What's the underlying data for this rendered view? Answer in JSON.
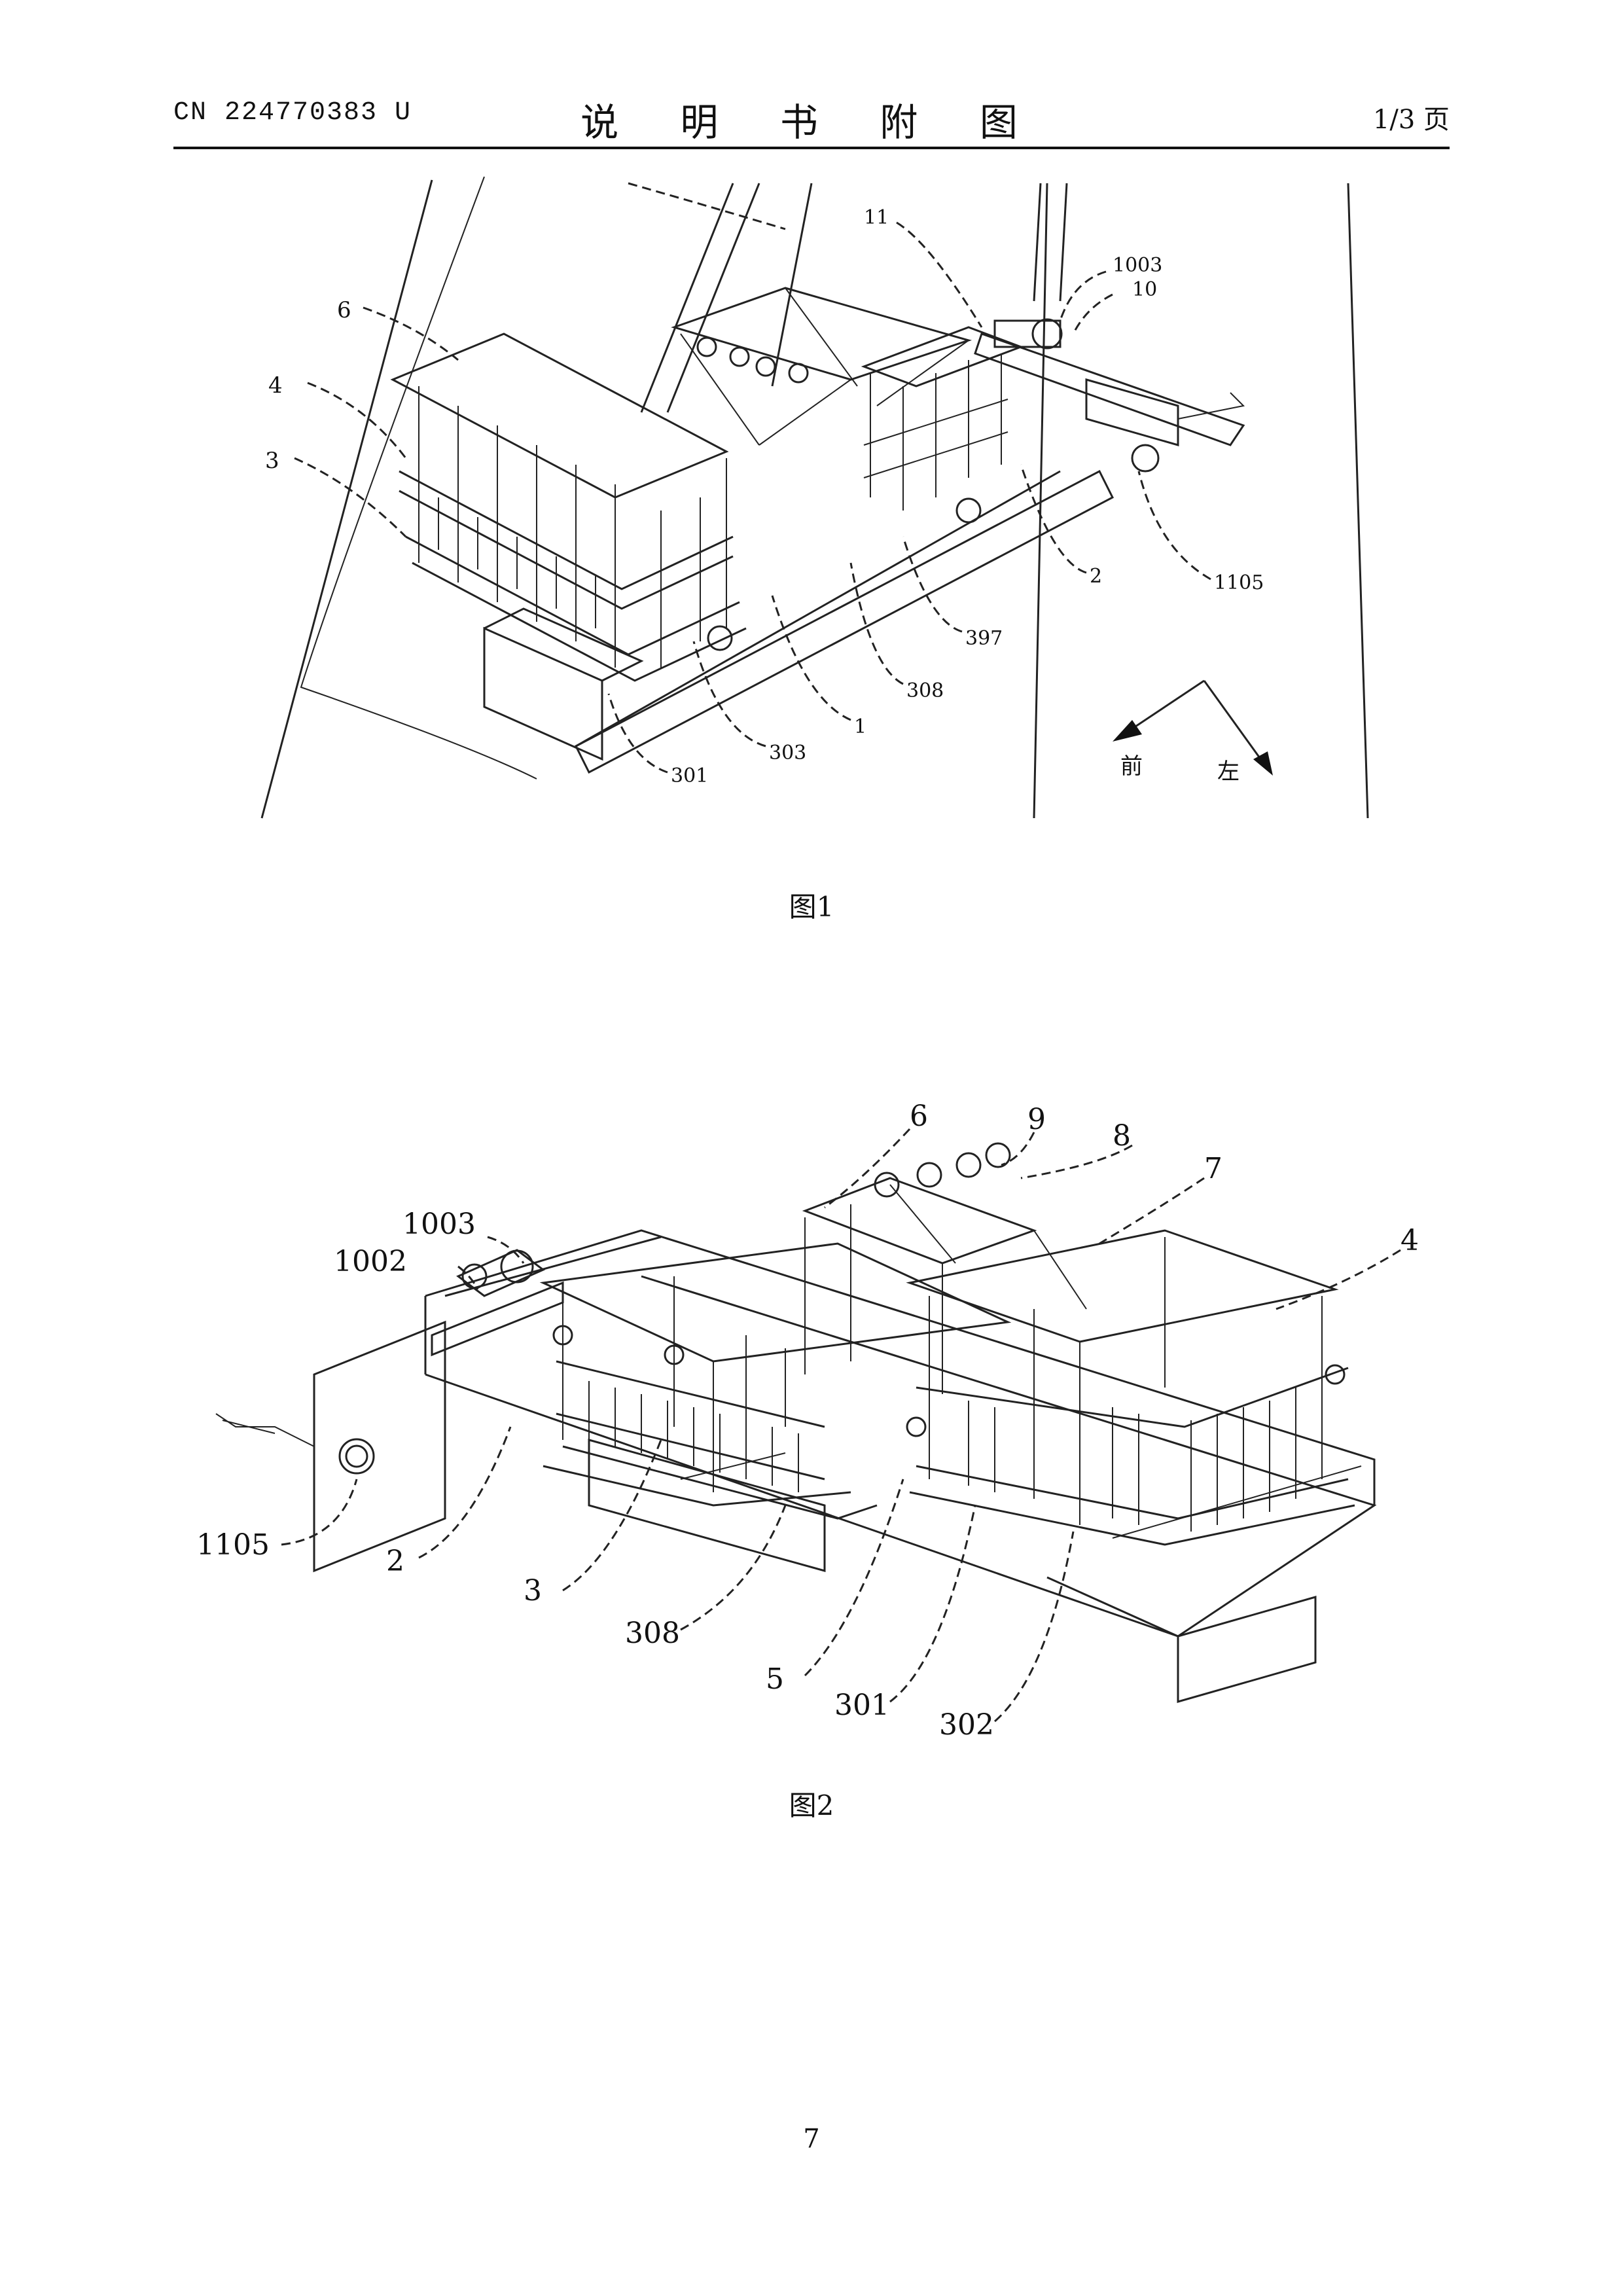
{
  "header": {
    "publication_number": "CN 224770383 U",
    "title": "说 明 书 附 图",
    "page_info": "1/3 页"
  },
  "figure1": {
    "caption": "图1",
    "labels": {
      "l6": "6",
      "l4": "4",
      "l3": "3",
      "l11": "11",
      "l1003": "1003",
      "l10": "10",
      "l1105": "1105",
      "l2": "2",
      "l397": "397",
      "l308": "308",
      "l1": "1",
      "l303": "303",
      "l301": "301"
    },
    "direction": {
      "front": "前",
      "left": "左"
    }
  },
  "figure2": {
    "caption": "图2",
    "labels": {
      "l6": "6",
      "l9": "9",
      "l8": "8",
      "l7": "7",
      "l4": "4",
      "l1003": "1003",
      "l1002": "1002",
      "l1105": "1105",
      "l2": "2",
      "l3": "3",
      "l308": "308",
      "l5": "5",
      "l301": "301",
      "l302": "302"
    }
  },
  "page_number": "7"
}
